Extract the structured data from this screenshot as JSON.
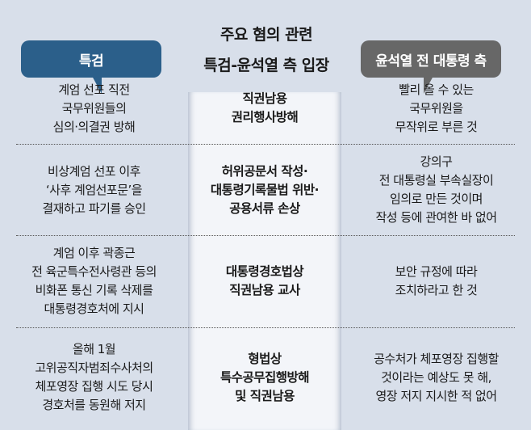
{
  "title": {
    "line1": "주요 혐의 관련",
    "line2": "특검-윤석열 측 입장"
  },
  "left_label": "특검",
  "right_label": "윤석열 전 대통령 측",
  "rows": [
    {
      "special": "계엄 선포 직전\n국무위원들의\n심의·의결권 방해",
      "charge": "직권남용\n권리행사방해",
      "yoon": "빨리 올 수 있는\n국무위원을\n무작위로 부른 것"
    },
    {
      "special": "비상계엄 선포 이후\n‘사후 계엄선포문’을\n결재하고 파기를 승인",
      "charge": "허위공문서 작성·\n대통령기록물법 위반·\n공용서류 손상",
      "yoon": "강의구\n전 대통령실 부속실장이\n임의로 만든 것이며\n작성 등에 관여한 바 없어"
    },
    {
      "special": "계엄 이후 곽종근\n전 육군특수전사령관 등의\n비화폰 통신 기록 삭제를\n대통령경호처에 지시",
      "charge": "대통령경호법상\n직권남용 교사",
      "yoon": "보안 규정에 따라\n조치하라고 한 것"
    },
    {
      "special": "올해 1월\n고위공직자범죄수사처의\n체포영장 집행 시도 당시\n경호처를 동원해 저지",
      "charge": "형법상\n특수공무집행방해\n및 직권남용",
      "yoon": "공수처가 체포영장 집행할\n것이라는 예상도 못 해,\n영장 저지 지시한 적 없어"
    }
  ]
}
